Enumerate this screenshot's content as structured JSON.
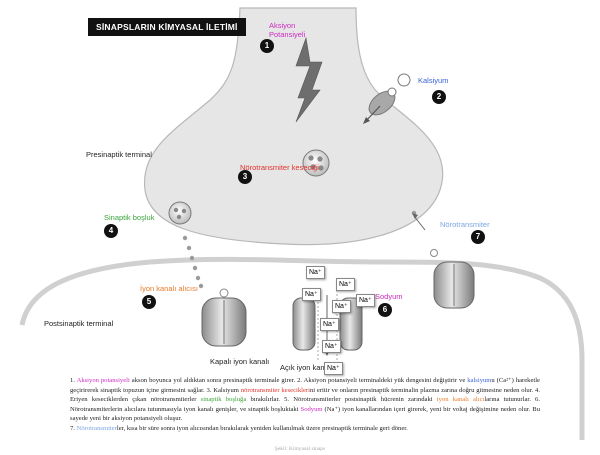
{
  "title": "SİNAPSLARIN KİMYASAL İLETİMİ",
  "colors": {
    "magenta": "#cc2bc0",
    "blue": "#3a62d6",
    "red": "#e0322a",
    "green": "#3aa33a",
    "orange": "#ea7a2a",
    "light_blue": "#7aa6e0",
    "neuron_fill": "#e6e6e6",
    "badge": "#111111"
  },
  "labels": {
    "aksiyon": "Aksiyon\nPotansiyeli",
    "kalsiyum": "Kalsiyum",
    "presinaptik": "Presinaptik terminal",
    "kesecik": "Nörotransmiter keseciği",
    "sinaptik_bosluk": "Sinaptik boşluk",
    "norotransmiter": "Nörotransmiter",
    "iyon_alici": "İyon kanalı alıcısı",
    "postsinaptik": "Postsinaptik terminal",
    "sodyum": "Sodyum",
    "kapali": "Kapalı iyon kanalı",
    "acik": "Açık iyon kanalı",
    "na": "Na⁺"
  },
  "numbers": [
    "1",
    "2",
    "3",
    "4",
    "5",
    "6",
    "7"
  ],
  "caption": {
    "p1_pre1": "1. ",
    "p1_h1": "Aksiyon potansiyeli",
    "p1_t1": " akson boyunca  yol aldıktan sonra presinaptik terminale girer. 2. Aksiyon potansiyeli terminaldeki yük dengesini değiştirir ve ",
    "p1_h2": "kalsiyum",
    "p1_t2": "u (Ca²⁺) hareketle geçirirerek sinaptik topuzun içine girmesini sağlar.  3. Kalsiyum ",
    "p1_h3": "nörotransmiter kesecikleri",
    "p1_t3": "ni eritir ve onların presinaptik terminalin plazma zarına doğru gitmesine neden olur. 4. Eriyen keseciklerden çıkan nörotransmiterler ",
    "p1_h4": "sinaptik boşluğa",
    "p1_t4": " bırakılırlar.  5. Nörotransmiterler postsinaptik hücrenin zarındaki ",
    "p1_h5": "iyon kanalı alıcı",
    "p1_t5": "larına tutunurlar.  6. Nörotransmiterlerin alıcılara tutunmasıyla iyon kanalı genişler, ve  sinaptik boşluktaki ",
    "p1_h6": "Sodyum",
    "p1_t6": " (Na⁺) iyon kanallarından içeri girerek, yeni bir voltaj değişimine neden olur. Bu sayede yeni bir aksiyon potansiyeli oluşur.",
    "p2_pre": "7. ",
    "p2_h": "Nörotransmiter",
    "p2_t": "ler, kısa bir süre sonra iyon alıcısından bırakılarak yeniden kullanılmak üzere presinaptik terminale geri döner."
  },
  "footer": "Şekil: Kimyasal sinaps"
}
